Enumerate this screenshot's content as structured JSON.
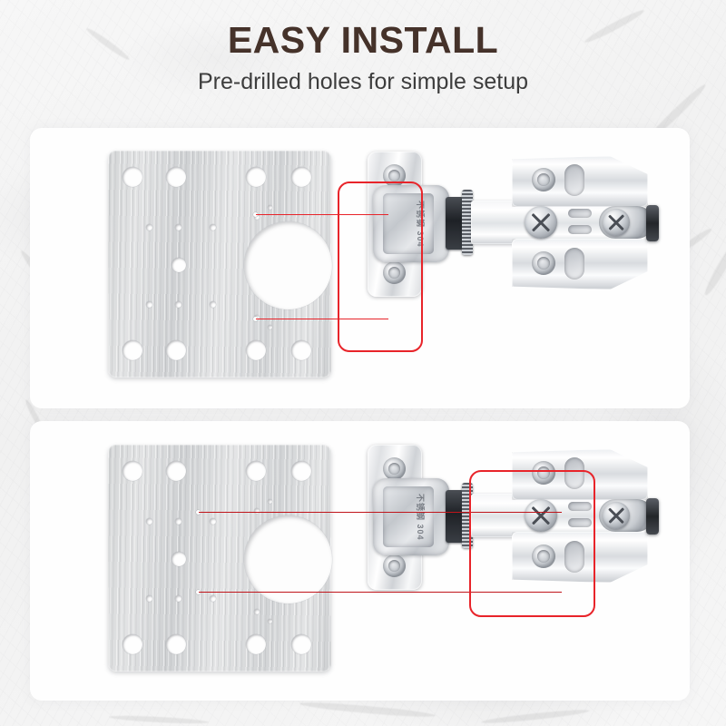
{
  "header": {
    "title": "EASY INSTALL",
    "subtitle": "Pre-drilled holes for simple setup",
    "title_color": "#45322a",
    "subtitle_color": "#3d3d3d"
  },
  "theme": {
    "background": "#f4f4f4",
    "panel_background": "#fefefe",
    "accent_red": "#e8242a",
    "steel_light": "#e2e3e4",
    "steel_dark": "#cdcfd1"
  },
  "panels": [
    {
      "id": "panel-1",
      "name": "hinge-cup-mounting-holes-panel",
      "plate": {
        "name": "cabinet-repair-plate",
        "finish": "brushed-stainless-steel"
      },
      "hinge": {
        "name": "concealed-cabinet-hinge",
        "cup_marking_line1": "不锈钢",
        "cup_marking_line2": "304"
      },
      "highlight": {
        "name": "hinge-cup-screw-holes-highlight",
        "color": "#e8242a"
      },
      "callouts": [
        {
          "name": "callout-line-upper-cup-hole"
        },
        {
          "name": "callout-line-lower-cup-hole"
        }
      ]
    },
    {
      "id": "panel-2",
      "name": "baseplate-mounting-slots-panel",
      "plate": {
        "name": "cabinet-repair-plate",
        "finish": "brushed-stainless-steel"
      },
      "hinge": {
        "name": "concealed-cabinet-hinge",
        "cup_marking_line1": "不锈钢",
        "cup_marking_line2": "304"
      },
      "highlight": {
        "name": "baseplate-slot-holes-highlight",
        "color": "#e8242a"
      },
      "callouts": [
        {
          "name": "callout-line-upper-baseplate-slot"
        },
        {
          "name": "callout-line-lower-baseplate-slot"
        }
      ]
    }
  ]
}
